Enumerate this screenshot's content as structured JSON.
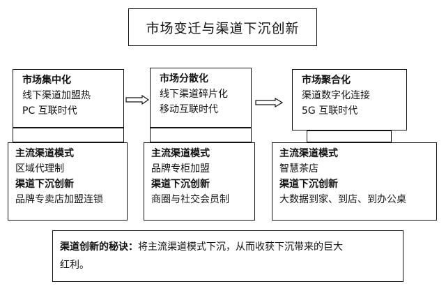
{
  "title": "市场变迁与渠道下沉创新",
  "stages": [
    {
      "heading": "市场集中化",
      "lines": [
        "线下渠道加盟热",
        "PC 互联时代"
      ]
    },
    {
      "heading": "市场分散化",
      "lines": [
        "线下渠道碎片化",
        "移动互联时代"
      ]
    },
    {
      "heading": "市场聚合化",
      "lines": [
        "渠道数字化连接",
        "5G 互联时代"
      ]
    }
  ],
  "modes": [
    {
      "mode_heading": "主流渠道模式",
      "mode_value": "区域代理制",
      "innov_heading": "渠道下沉创新",
      "innov_value": "品牌专卖店加盟连锁"
    },
    {
      "mode_heading": "主流渠道模式",
      "mode_value": "品牌专柜加盟",
      "innov_heading": "渠道下沉创新",
      "innov_value": "商圈与社交会员制"
    },
    {
      "mode_heading": "主流渠道模式",
      "mode_value": "智慧茶店",
      "innov_heading": "渠道下沉创新",
      "innov_value": "大数据到家、到店、到办公桌"
    }
  ],
  "footer": {
    "label": "渠道创新的秘诀：",
    "line1": "将主流渠道模式下沉，从而收获下沉带来的巨大",
    "line2": "红利。"
  }
}
